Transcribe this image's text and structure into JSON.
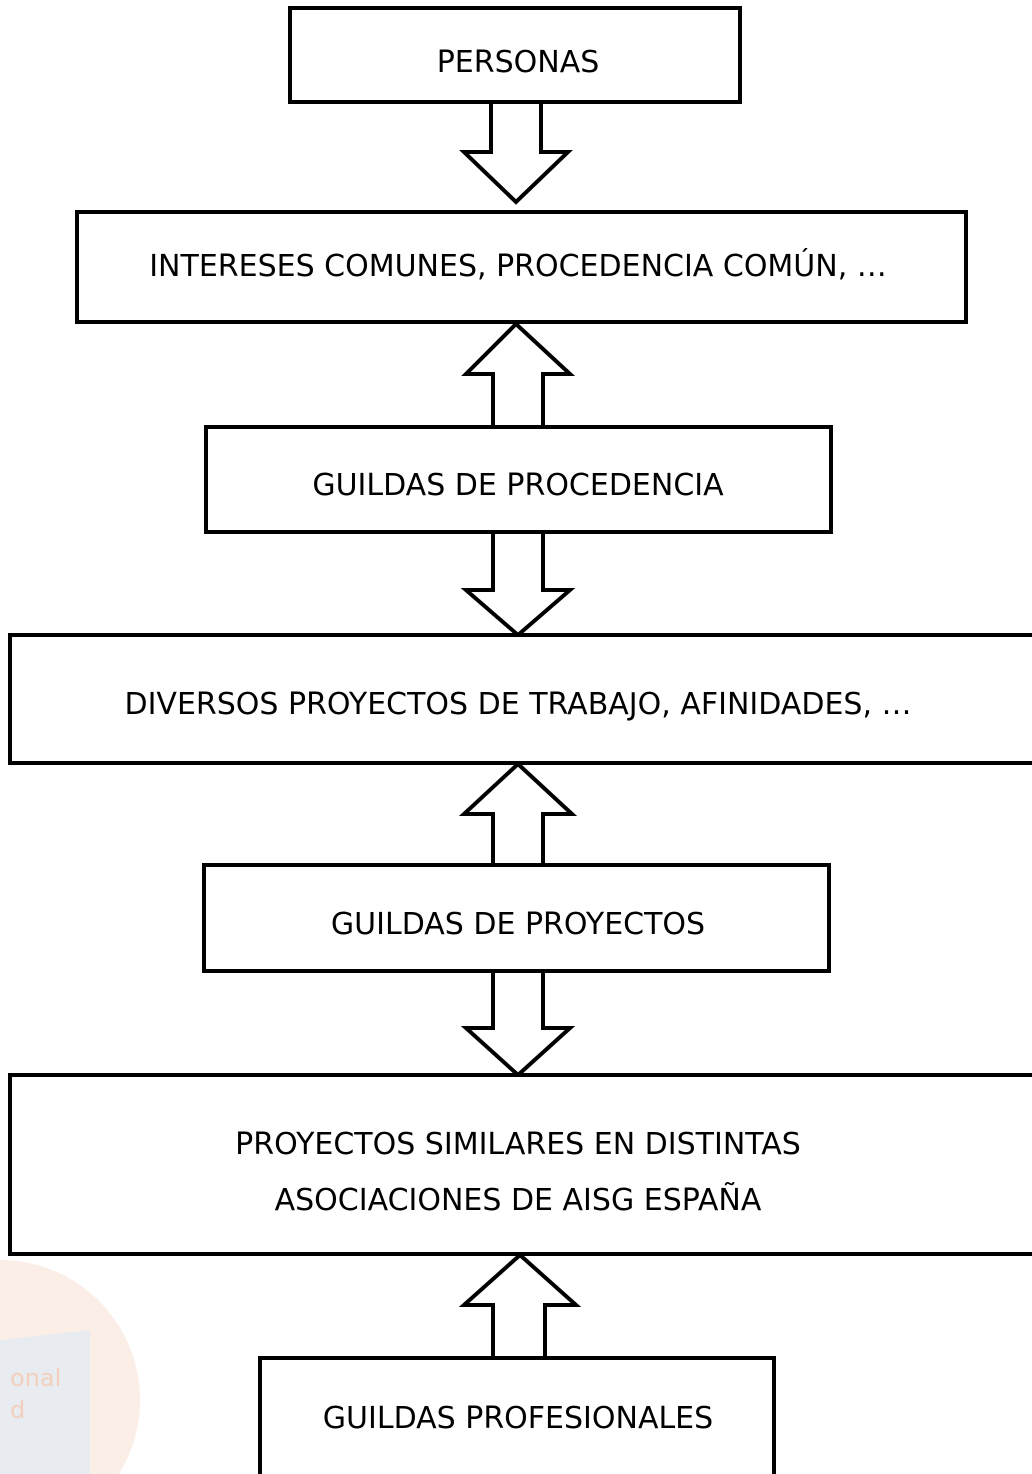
{
  "diagram": {
    "nodes": [
      {
        "id": "personas",
        "lines": [
          "PERSONAS"
        ]
      },
      {
        "id": "intereses",
        "lines": [
          "INTERESES COMUNES, PROCEDENCIA COMÚN, …"
        ]
      },
      {
        "id": "guildas-procedencia",
        "lines": [
          "GUILDAS DE PROCEDENCIA"
        ]
      },
      {
        "id": "diversos-proyectos",
        "lines": [
          "DIVERSOS PROYECTOS DE TRABAJO, AFINIDADES, …"
        ]
      },
      {
        "id": "guildas-proyectos",
        "lines": [
          "GUILDAS DE PROYECTOS"
        ]
      },
      {
        "id": "proyectos-similares",
        "lines": [
          "PROYECTOS SIMILARES EN DISTINTAS",
          "ASOCIACIONES DE AISG ESPAÑA"
        ]
      },
      {
        "id": "guildas-profesionales",
        "lines": [
          "GUILDAS PROFESIONALES"
        ]
      }
    ],
    "arrows": [
      {
        "from": "personas",
        "to": "intereses",
        "direction": "down"
      },
      {
        "from": "guildas-procedencia",
        "to": "intereses",
        "direction": "up"
      },
      {
        "from": "guildas-procedencia",
        "to": "diversos-proyectos",
        "direction": "down"
      },
      {
        "from": "guildas-proyectos",
        "to": "diversos-proyectos",
        "direction": "up"
      },
      {
        "from": "guildas-proyectos",
        "to": "proyectos-similares",
        "direction": "down"
      },
      {
        "from": "guildas-profesionales",
        "to": "proyectos-similares",
        "direction": "up"
      }
    ]
  },
  "watermark": {
    "lines": [
      "onal",
      "d"
    ],
    "colors": {
      "circle": "#f6d9c8",
      "streak": "#dce9f5",
      "text": "#f3d0bd"
    }
  },
  "colors": {
    "stroke": "#000000",
    "fill": "#ffffff",
    "text": "#000000"
  }
}
